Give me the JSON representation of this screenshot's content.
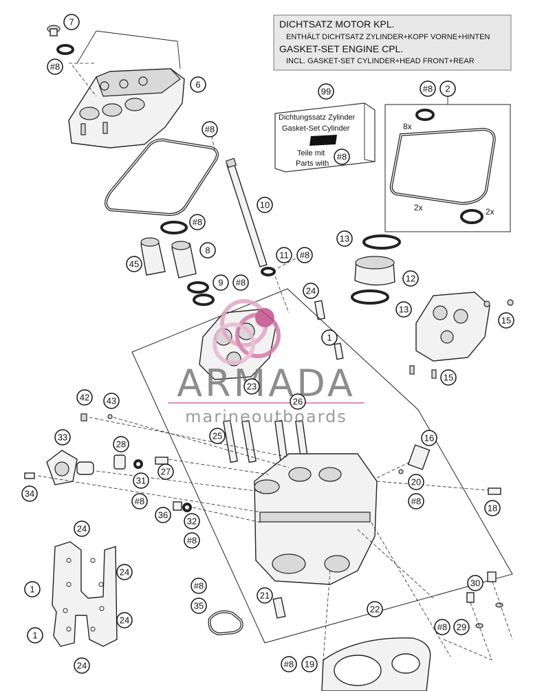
{
  "header_box": {
    "line1": "DICHTSATZ MOTOR KPL.",
    "line2": "ENTHÄLT DICHTSATZ ZYLINDER+KOPF VORNE+HINTEN",
    "line3": "GASKET-SET ENGINE CPL.",
    "line4": "INCL. GASKET-SET CYLINDER+HEAD FRONT+REAR"
  },
  "kit_box": {
    "line1": "Dichtungssatz Zylinder",
    "line2": "Gasket-Set Cylinder",
    "logo": "KTM",
    "line3": "Teile mit",
    "line4": "Parts with"
  },
  "qty_labels": {
    "eight_x": "8x",
    "two_x_a": "2x",
    "two_x_b": "2x"
  },
  "watermark": {
    "top": "ARMADA",
    "bottom": "marineoutboards"
  },
  "callouts": {
    "c7": "7",
    "c6": "6",
    "c8a": "#8",
    "c8b": "#8",
    "c8c": "#8",
    "c8d": "#8",
    "c8e": "#8",
    "c8f": "#8",
    "c8g": "#8",
    "c8h": "#8",
    "c8i": "#8",
    "c8j": "#8",
    "c8k": "#8",
    "c8l": "#8",
    "c8m": "#8",
    "c99": "99",
    "c2": "2",
    "c10": "10",
    "c8": "8",
    "c45": "45",
    "c9": "9",
    "c11": "11",
    "c13a": "13",
    "c12": "12",
    "c13b": "13",
    "c24a": "24",
    "c1a": "1",
    "c15a": "15",
    "c15b": "15",
    "c23": "23",
    "c26": "26",
    "c42": "42",
    "c43": "43",
    "c33": "33",
    "c28": "28",
    "c25": "25",
    "c27": "27",
    "c31": "31",
    "c34": "34",
    "c16": "16",
    "c20": "20",
    "c36": "36",
    "c32": "32",
    "c18": "18",
    "c24b": "24",
    "c24c": "24",
    "c1b": "1",
    "c1c": "1",
    "c24d": "24",
    "c24e": "24",
    "c21": "21",
    "c35": "35",
    "c22": "22",
    "c30": "30",
    "c29": "29",
    "c19": "19"
  }
}
